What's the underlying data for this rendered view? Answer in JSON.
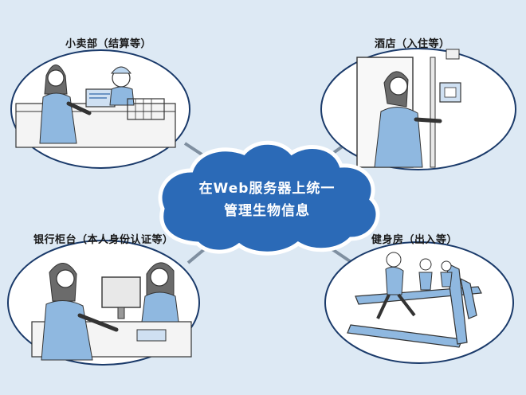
{
  "center": {
    "line1": "在Web服务器上统一",
    "line2": "管理生物信息"
  },
  "scenes": {
    "store": {
      "label": "小卖部（结算等）"
    },
    "hotel": {
      "label": "酒店（入住等）"
    },
    "bank": {
      "label": "银行柜台（本人身份认证等）"
    },
    "gym": {
      "label": "健身房（出入等）"
    }
  },
  "colors": {
    "background": "#dde9f4",
    "cloud": "#2b6ab7",
    "ellipse_stroke": "#1a3a6a",
    "connector": "#7f8fa0",
    "shirt": "#8fb8e0"
  }
}
